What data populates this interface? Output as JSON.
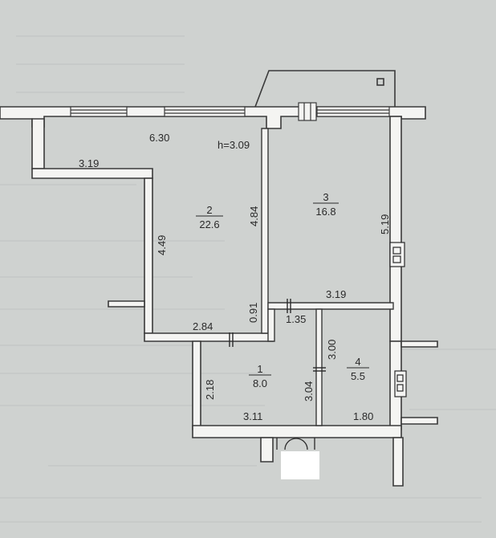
{
  "plan": {
    "height_label": "h=3.09",
    "rooms": [
      {
        "number": "2",
        "area": "22.6"
      },
      {
        "number": "3",
        "area": "16.8"
      },
      {
        "number": "1",
        "area": "8.0"
      },
      {
        "number": "4",
        "area": "5.5"
      }
    ],
    "dimensions": {
      "top_left_width": "6.30",
      "left_alcove": "3.19",
      "room2_height": "4.49",
      "room2_partition": "4.84",
      "room2_bottom": "2.84",
      "room2_step": "0.91",
      "room3_height": "5.19",
      "room3_bottom": "3.19",
      "corridor_notch": "1.35",
      "room1_height": "2.18",
      "room1_partition": "3.04",
      "room1_width": "3.11",
      "room4_height": "3.00",
      "room4_width": "1.80"
    }
  },
  "colors": {
    "paper": "#cfd2d0",
    "wall": "#f4f4f2",
    "line": "#3a3a3a",
    "redaction": "#ffffff"
  }
}
